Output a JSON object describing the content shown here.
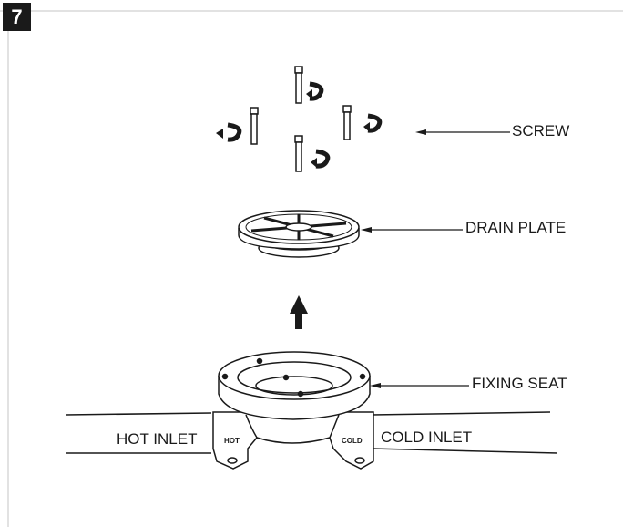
{
  "step": {
    "number": "7"
  },
  "callouts": {
    "screw": "SCREW",
    "drain_plate": "DRAIN PLATE",
    "fixing_seat": "FIXING SEAT"
  },
  "inlets": {
    "hot": "HOT INLET",
    "cold": "COLD INLET",
    "hot_tag": "HOT",
    "cold_tag": "COLD"
  },
  "colors": {
    "line": "#1a1a1a",
    "frame": "#d9d9d9",
    "badge": "#1a1a1a"
  },
  "icons": [
    "screw-icon",
    "rotation-arrow-icon",
    "up-arrow-icon",
    "leader-arrow-icon"
  ]
}
